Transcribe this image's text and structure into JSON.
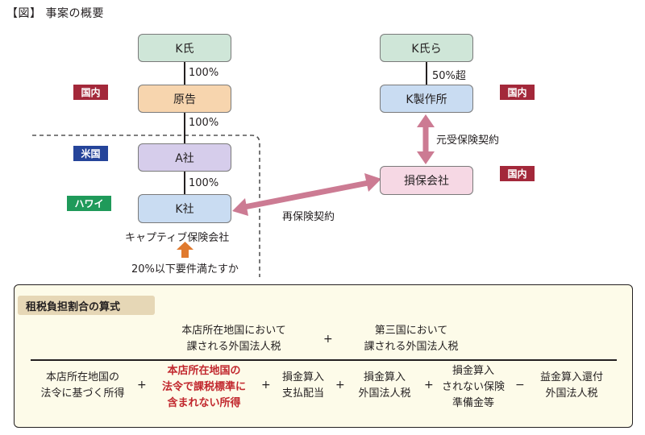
{
  "title": "【図】 事案の概要",
  "boxes": {
    "k_shi": "K氏",
    "genkoku": "原告",
    "a_sha": "A社",
    "k_sha": "K社",
    "k_shira": "K氏ら",
    "k_seisakusho": "K製作所",
    "sonpo": "損保会社"
  },
  "percents": {
    "p1": "100%",
    "p2": "100%",
    "p3": "100%",
    "p4": "50%超"
  },
  "tags": {
    "kokunai_left": "国内",
    "beikoku": "米国",
    "hawaii": "ハワイ",
    "kokunai_right_top": "国内",
    "kokunai_right_bottom": "国内"
  },
  "labels": {
    "captive": "キャプティブ保険会社",
    "requirement": "20%以下要件満たすか",
    "saihoken": "再保険契約",
    "motouke": "元受保険契約"
  },
  "formula": {
    "title": "租税負担割合の算式",
    "numerator_left": "本店所在地国において\n課される外国法人税",
    "numerator_plus": "+",
    "numerator_right": "第三国において\n課される外国法人税",
    "term1": "本店所在地国の\n法令に基づく所得",
    "op1": "+",
    "term2": "本店所在地国の\n法令で課税標準に\n含まれない所得",
    "op2": "+",
    "term3": "損金算入\n支払配当",
    "op3": "+",
    "term4": "損金算入\n外国法人税",
    "op4": "+",
    "term5": "損金算入\nされない保険\n準備金等",
    "op5": "−",
    "term6": "益金算入還付\n外国法人税"
  },
  "colors": {
    "red_tag": "#a3283a",
    "blue_tag": "#25449a",
    "green_tag": "#1f9a5a",
    "arrow_pink": "#cc7b93",
    "arrow_orange": "#e07a2e",
    "highlight_red": "#c1272d"
  }
}
